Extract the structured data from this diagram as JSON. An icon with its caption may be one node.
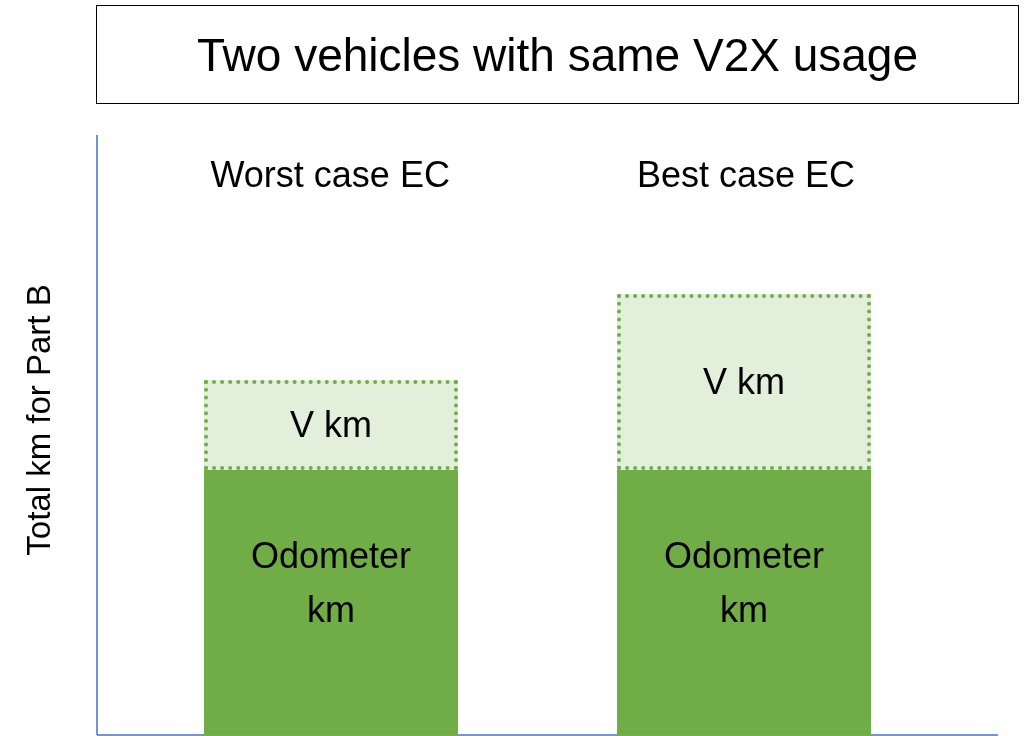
{
  "diagram": {
    "title": "Two vehicles with same V2X usage",
    "nodes": [
      {
        "text": [
          "V km"
        ]
      },
      {
        "text": [
          "Odometer km"
        ]
      },
      {
        "text": [
          "V km"
        ]
      },
      {
        "text": [
          "Odometer km"
        ]
      }
    ],
    "labels": [
      "Worst case EC",
      "Best case EC",
      "Total km for Part B"
    ]
  }
}
